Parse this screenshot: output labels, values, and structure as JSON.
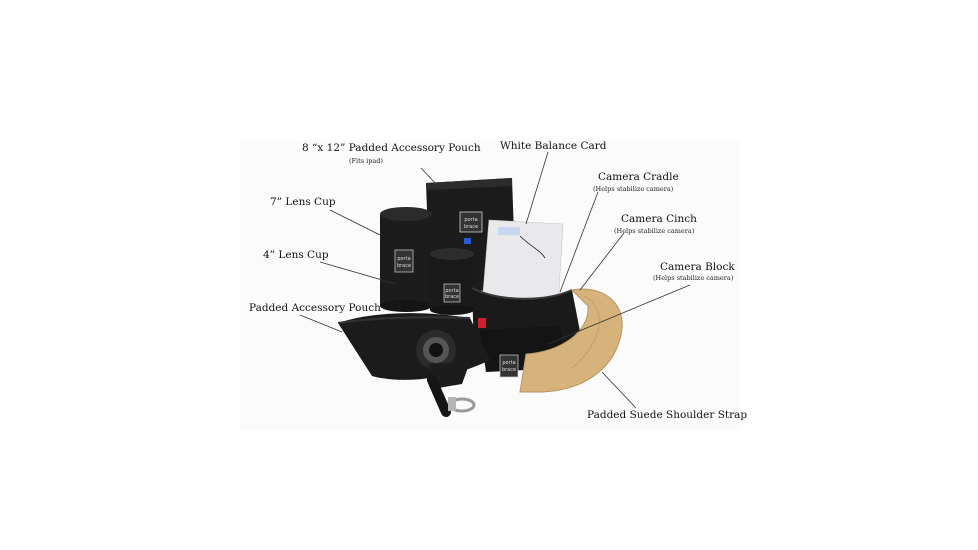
{
  "labels": {
    "pouch_8x12": {
      "title": "8 “x 12” Padded Accessory Pouch",
      "sub": "(Fits ipad)"
    },
    "white_balance": {
      "title": "White Balance Card"
    },
    "camera_cradle": {
      "title": "Camera Cradle",
      "sub": "(Helps stabilize camera)"
    },
    "camera_cinch": {
      "title": "Camera Cinch",
      "sub": "(Helps stabilize camera)"
    },
    "camera_block": {
      "title": "Camera Block",
      "sub": "(Helps stabilize camera)"
    },
    "lens_cup_7": {
      "title": "7” Lens Cup"
    },
    "lens_cup_4": {
      "title": "4” Lens Cup"
    },
    "padded_pouch": {
      "title": "Padded Accessory Pouch"
    },
    "shoulder_strap": {
      "title": "Padded Suede Shoulder Strap"
    }
  },
  "colors": {
    "product_black": "#1a1a1a",
    "suede": "#d7b37c",
    "white_card": "#e9e9ec",
    "leader_line": "#333333",
    "accent_red": "#d0202f",
    "accent_blue": "#2a5bd7"
  },
  "icons": [
    "brand-logo-icon",
    "metal-clip-icon"
  ]
}
